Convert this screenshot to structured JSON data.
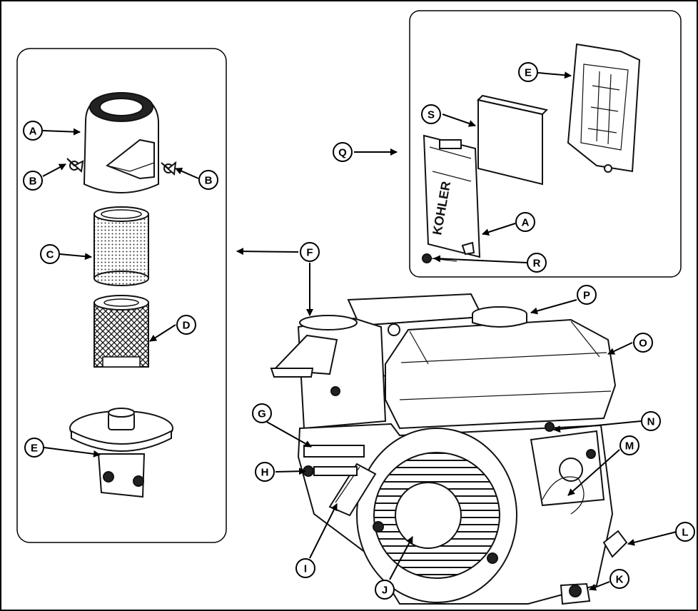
{
  "brand_text": "KOHLER",
  "callouts": {
    "A1": "A",
    "A2": "A",
    "B1": "B",
    "B2": "B",
    "C": "C",
    "D": "D",
    "E1": "E",
    "E2": "E",
    "F": "F",
    "G": "G",
    "H": "H",
    "I": "I",
    "J": "J",
    "K": "K",
    "L": "L",
    "M": "M",
    "N": "N",
    "O": "O",
    "P": "P",
    "Q": "Q",
    "R": "R",
    "S": "S"
  }
}
